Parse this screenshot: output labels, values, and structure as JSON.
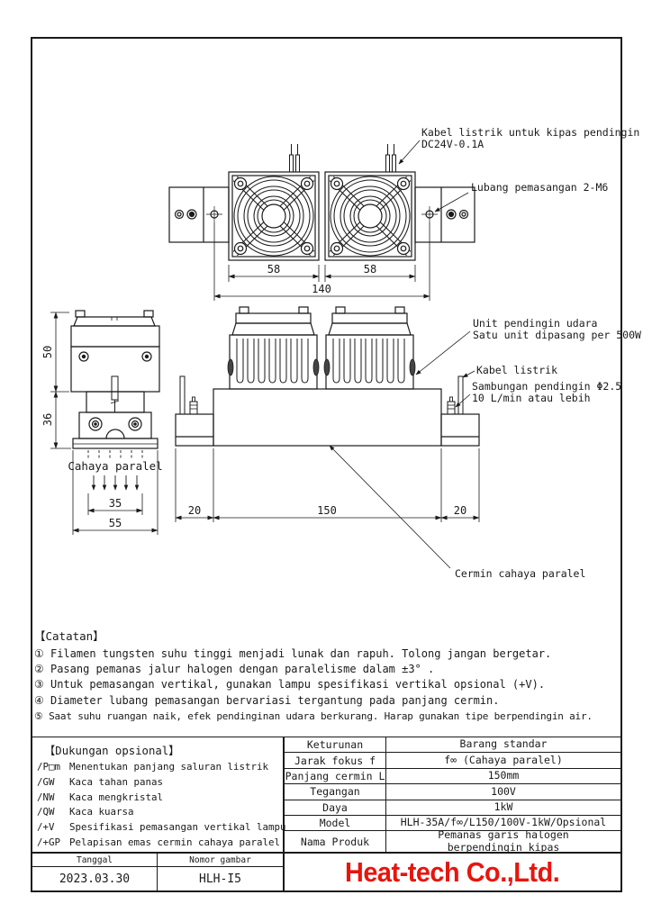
{
  "drawing": {
    "labels": {
      "fan_cable_line1": "Kabel listrik untuk kipas pendingin",
      "fan_cable_line2": "DC24V-0.1A",
      "mounting_hole": "Lubang pemasangan 2-M6",
      "air_cooling_line1": "Unit pendingin udara",
      "air_cooling_line2": "Satu unit dipasang per 500W",
      "power_cable": "Kabel listrik",
      "coolant_line1": "Sambungan pendingin Φ2.5",
      "coolant_line2": "10 L/min atau lebih",
      "parallel_light": "Cahaya paralel",
      "parallel_mirror": "Cermin cahaya paralel"
    },
    "dims": {
      "fan1_width": "58",
      "fan2_width": "58",
      "total_width": "140",
      "fan_height": "50",
      "mirror_height": "36",
      "light_width": "35",
      "side_width": "55",
      "left_margin": "20",
      "mirror_length": "150",
      "right_margin": "20"
    }
  },
  "notes": {
    "title": "【Catatan】",
    "items": [
      "① Filamen tungsten suhu tinggi menjadi lunak dan rapuh. Tolong jangan bergetar.",
      "② Pasang pemanas jalur halogen dengan paralelisme dalam ±3° .",
      "③ Untuk pemasangan vertikal, gunakan lampu spesifikasi vertikal opsional (+V).",
      "④ Diameter lubang pemasangan bervariasi tergantung pada panjang cermin.",
      "⑤ Saat suhu ruangan naik, efek pendinginan udara berkurang. Harap gunakan tipe berpendingin air."
    ]
  },
  "optional_support": {
    "title": "【Dukungan opsional】",
    "items": [
      {
        "code": "/P□m",
        "desc": "Menentukan panjang saluran listrik"
      },
      {
        "code": "/GW",
        "desc": "Kaca tahan panas"
      },
      {
        "code": "/NW",
        "desc": "Kaca mengkristal"
      },
      {
        "code": "/QW",
        "desc": "Kaca kuarsa"
      },
      {
        "code": "/+V",
        "desc": "Spesifikasi pemasangan vertikal lampu"
      },
      {
        "code": "/+GP",
        "desc": "Pelapisan emas cermin cahaya paralel"
      }
    ]
  },
  "spec_table": {
    "rows": [
      {
        "label": "Keturunan",
        "value": "Barang standar"
      },
      {
        "label": "Jarak fokus f",
        "value": "f∞ (Cahaya paralel)"
      },
      {
        "label": "Panjang cermin L",
        "value": "150mm"
      },
      {
        "label": "Tegangan",
        "value": "100V"
      },
      {
        "label": "Daya",
        "value": "1kW"
      },
      {
        "label": "Model",
        "value": "HLH-35A/f∞/L150/100V-1kW/Opsional"
      },
      {
        "label": "Nama Produk",
        "value": "Pemanas garis halogen\nberpendingin kipas"
      }
    ]
  },
  "title_block": {
    "date_label": "Tanggal",
    "date_value": "2023.03.30",
    "drawing_no_label": "Nomor gambar",
    "drawing_no_value": "HLH-I5",
    "company": "Heat-tech Co.,Ltd.",
    "logo_color": "#e8150d"
  }
}
